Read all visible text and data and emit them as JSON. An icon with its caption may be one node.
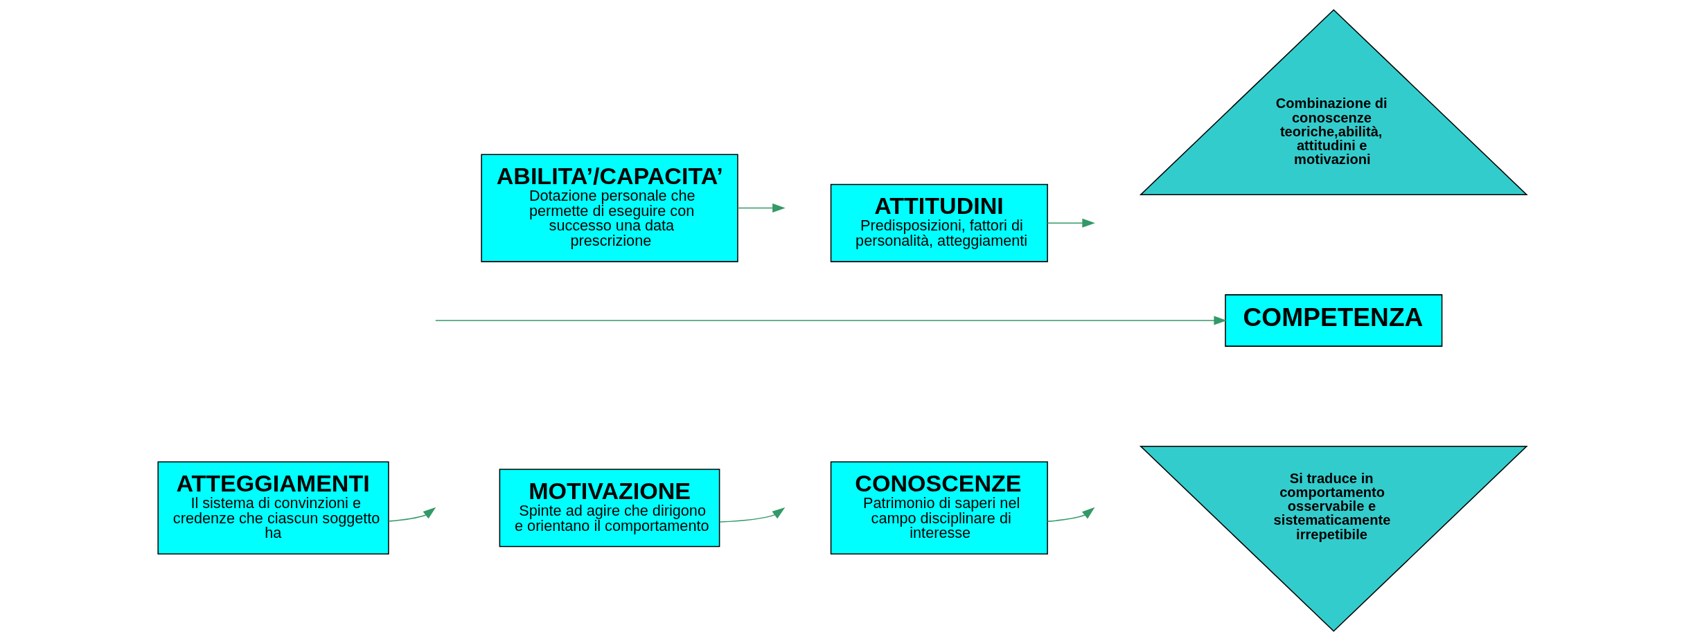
{
  "diagram": {
    "nodes": [
      {
        "text": [
          "ATTEGGIAMENTI",
          "Il sistema di convinzioni e credenze che ciascun soggetto ha"
        ]
      },
      {
        "text": [
          "MOTIVAZIONE",
          "Spinte ad agire che dirigono e orientano il comportamento"
        ]
      },
      {
        "text": [
          "CONOSCENZE",
          "Patrimonio di saperi nel campo disciplinare di interesse"
        ]
      },
      {
        "text": [
          "Si traduce in comportamento osservabile e sistematicamente irrepetibile"
        ]
      },
      {
        "text": [
          "COMPETENZA"
        ]
      },
      {
        "text": [
          "ABILITA’/CAPACITA’",
          "Dotazione personale che permette di eseguire con successo una data prescrizione"
        ]
      },
      {
        "text": [
          "ATTITUDINI",
          "Predisposizioni, fattori di personalità, atteggiamenti"
        ]
      },
      {
        "text": [
          "Combinazione di conoscenze teoriche,abilità, attitudini e motivazioni"
        ]
      }
    ],
    "edges": [
      {
        "from": 0,
        "to": null,
        "arrow": "to"
      },
      {
        "from": null,
        "to": 4,
        "arrow": "to"
      },
      {
        "from": 1,
        "to": null,
        "arrow": "to"
      },
      {
        "from": 5,
        "to": null,
        "arrow": "to"
      },
      {
        "from": 2,
        "to": null,
        "arrow": "to"
      },
      {
        "from": 6,
        "to": null,
        "arrow": "to"
      }
    ]
  }
}
